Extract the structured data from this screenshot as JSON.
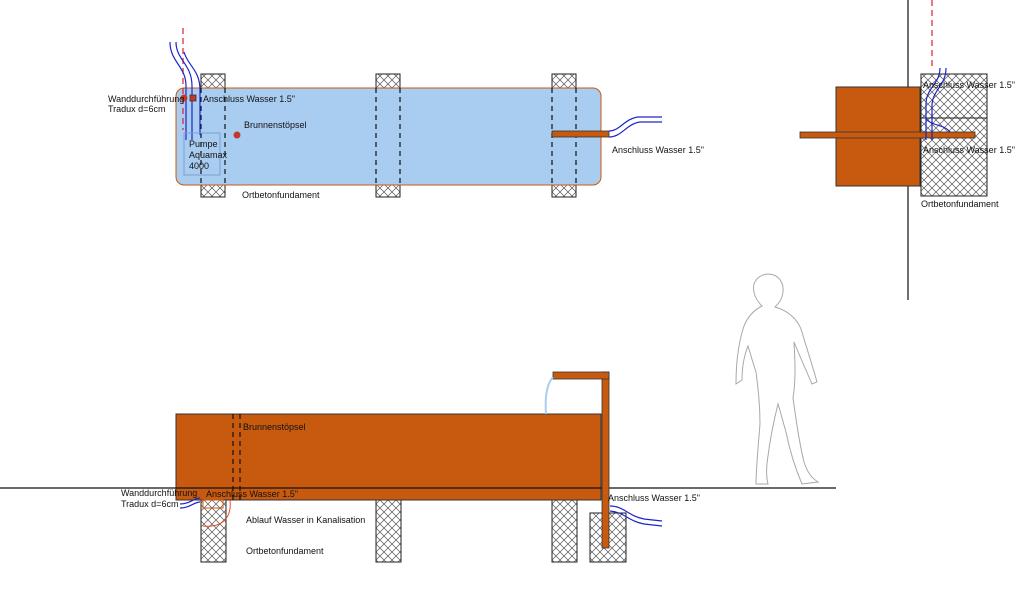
{
  "colors": {
    "water": "#a9cdf0",
    "rust": "#c85a0f",
    "pipe_blue": "#1c26c8",
    "dash_red": "#e0202a",
    "outline": "#111111"
  },
  "plan": {
    "wall_passage": "Wanddurchführung",
    "tradux": "Tradux d=6cm",
    "inlet": "Anschluss Wasser 1.5\"",
    "plug": "Brunnenstöpsel",
    "pump_line1": "Pumpe",
    "pump_line2": "Aquamax",
    "pump_line3": "4000",
    "outlet": "Anschluss Wasser 1.5\"",
    "foundation": "Ortbetonfundament"
  },
  "side": {
    "inlet_top": "Anschluss Wasser 1.5\"",
    "inlet_mid": "Anschluss Wasser 1.5\"",
    "foundation": "Ortbetonfundament"
  },
  "elevation": {
    "plug": "Brunnenstöpsel",
    "wall_passage": "Wanddurchführung",
    "tradux": "Tradux d=6cm",
    "inlet": "Anschluss Wasser 1.5\"",
    "drain": "Ablauf Wasser in Kanalisation",
    "foundation": "Ortbetonfundament",
    "outlet": "Anschluss Wasser 1.5\""
  }
}
